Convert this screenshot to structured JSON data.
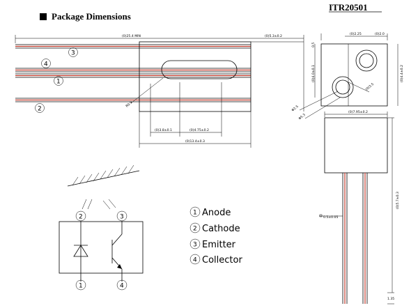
{
  "header": {
    "title": "Package Dimensions",
    "part_number": "ITR20501"
  },
  "dimensions": {
    "lead_length": "(0)25.4 MIN",
    "right_offset": "(0)5.3±0.2",
    "left_gap": "(0)3.8±0.1",
    "slot_width": "(0)4.75±0.2",
    "body_length": "(0)13.4±0.3",
    "radius": "R0.9",
    "top_width": "(0)2.25",
    "top_small": "(0)2.0",
    "right_height": "(0)4.4±0.2",
    "left_height": "(0)4.0±0.1",
    "lens_dia": "(0)3.5",
    "phi_a": "Φ2.5",
    "phi_b": "Φ5.3",
    "side_small": "0.5",
    "bottom_width": "(0)7.95±0.2",
    "side_height": "(0)5.7±0.3",
    "pin_gap": "0.5±0.05",
    "bottom_small": "1.35"
  },
  "callouts": {
    "pin1": "1",
    "pin2": "2",
    "pin3": "3",
    "pin4": "4"
  },
  "legend": [
    {
      "num": "1",
      "label": "Anode"
    },
    {
      "num": "2",
      "label": "Cathode"
    },
    {
      "num": "3",
      "label": "Emitter"
    },
    {
      "num": "4",
      "label": "Collector"
    }
  ],
  "colors": {
    "lead_red": "#c0392b",
    "line": "#000000"
  }
}
